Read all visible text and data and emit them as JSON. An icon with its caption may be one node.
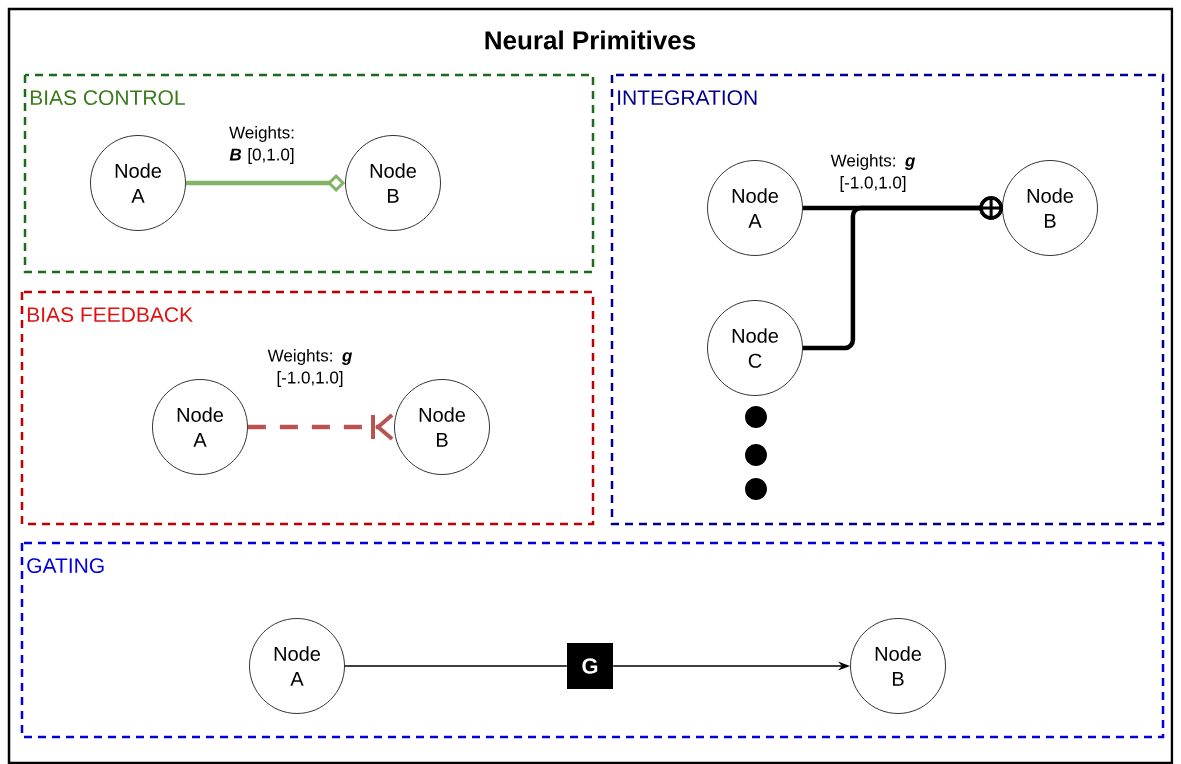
{
  "diagram": {
    "title": "Neural Primitives",
    "nodes": [
      {
        "text": [
          "BIAS CONTROL"
        ]
      },
      {
        "text": [
          "Node A"
        ],
        "in": 0
      },
      {
        "text": [
          "Node B"
        ],
        "in": 0
      },
      {
        "text": [
          "BIAS FEEDBACK"
        ]
      },
      {
        "text": [
          "Node A"
        ],
        "in": 3
      },
      {
        "text": [
          "Node B"
        ],
        "in": 3
      },
      {
        "text": [
          "INTEGRATION"
        ]
      },
      {
        "text": [
          "Node A"
        ],
        "in": 6
      },
      {
        "text": [
          "Node B"
        ],
        "in": 6
      },
      {
        "text": [
          "Node C"
        ],
        "in": 6
      },
      {
        "text": [
          "GATING"
        ]
      },
      {
        "text": [
          "Node A"
        ],
        "in": 10
      },
      {
        "text": [
          "G"
        ],
        "in": 10
      },
      {
        "text": [
          "Node B"
        ],
        "in": 10
      }
    ],
    "edges": [
      {
        "from": 1,
        "to": 2,
        "arrow": "other",
        "label": "Weights: **B** [0,1.0]",
        "color": "#82b366"
      },
      {
        "from": 4,
        "to": 5,
        "arrow": "other",
        "label": "Weights: **g** [-1.0,1.0]",
        "style": "dashed",
        "color": "#b85450"
      },
      {
        "from": 7,
        "to": 8,
        "arrow": "other",
        "label": "Weights: **g** [-1.0,1.0]"
      },
      {
        "from": 9,
        "to": 8,
        "arrow": "other"
      },
      {
        "from": 11,
        "to": 12,
        "arrow": "none"
      },
      {
        "from": 12,
        "to": 13,
        "arrow": "to"
      }
    ]
  }
}
